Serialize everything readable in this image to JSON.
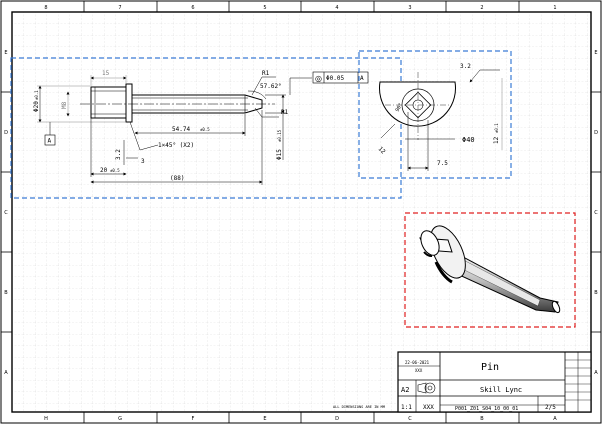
{
  "border": {
    "top_numbers": [
      "8",
      "7",
      "6",
      "5",
      "4",
      "3",
      "2",
      "1"
    ],
    "bottom_letters": [
      "H",
      "G",
      "F",
      "E",
      "D",
      "C",
      "B",
      "A"
    ],
    "side_letters": [
      "E",
      "D",
      "C",
      "B",
      "A"
    ]
  },
  "front_view": {
    "dim_15": "15",
    "dim_20_dia": "Φ20",
    "dim_20_dia_tol": "±0.1",
    "dim_m8": "M8",
    "datum_a": "A",
    "dim_r1_top": "R1",
    "dim_angle": "57.62°",
    "dim_r1_side": "R1",
    "gdt_symbol": "◎",
    "gdt_value": "Φ0.05",
    "gdt_datum": "A",
    "dim_54_74": "54.74",
    "dim_54_74_tol": "±0.5",
    "dim_3_2": "3.2",
    "dim_chamfer": "1×45° (X2)",
    "dim_3": "3",
    "dim_20": "20",
    "dim_20_tol": "±0.5",
    "dim_88": "(88)",
    "dim_15_dia": "Φ15",
    "dim_15_dia_tol": "±0.15"
  },
  "side_view": {
    "dim_3_2": "3.2",
    "dim_90": "90°",
    "dim_12_left": "12",
    "dim_40_dia": "Φ40",
    "dim_12": "12",
    "dim_12_tol": "±0.1",
    "dim_7_5": "7.5"
  },
  "title_block": {
    "date": "22-06-2021",
    "drawn_by": "XXX",
    "title": "Pin",
    "company": "Skill Lync",
    "sheet_size": "A2",
    "scale": "1:1",
    "checked": "XXX",
    "drawing_number": "P001_Z01_S04_10_00_01",
    "sheet": "2/5",
    "note": "ALL DIMENSIONS ARE IN MM"
  },
  "colors": {
    "front_view_frame": "#3a7bd5",
    "side_view_frame": "#3a7bd5",
    "iso_view_frame": "#e02020",
    "grid": "#d8d8d8"
  }
}
